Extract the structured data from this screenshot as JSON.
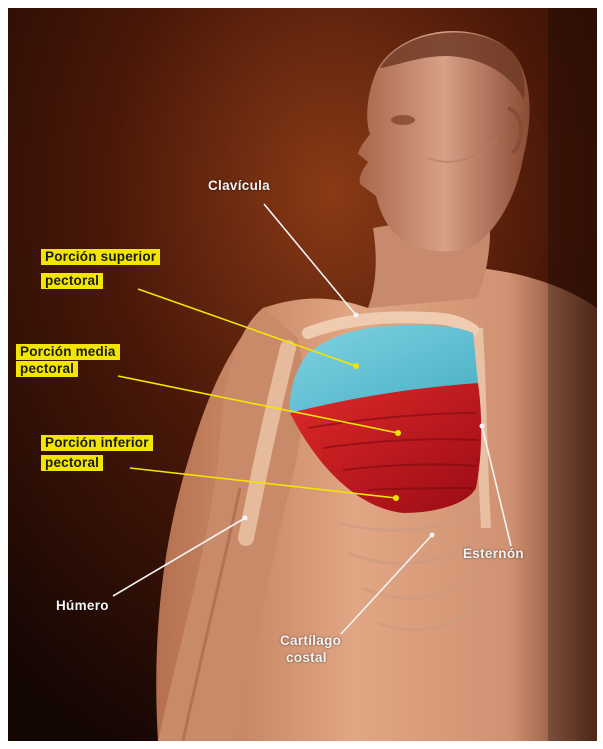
{
  "labels": {
    "clavicula": "Clavícula",
    "superior_line1": "Porción superior",
    "superior_line2": "pectoral",
    "media_line1": "Porción media",
    "media_line2": "pectoral",
    "inferior_line1": "Porción inferior",
    "inferior_line2": "pectoral",
    "humero": "Húmero",
    "esternon": "Esternón",
    "cartilago_line1": "Cartílago",
    "cartilago_line2": "costal"
  },
  "colors": {
    "highlight_label_bg": "#f2e600",
    "leader_line_yellow": "#f2e600",
    "leader_line_white": "#f4f4f4",
    "upper_pectoral": "#5ec4d6",
    "middle_lower_pectoral": "#c8141e",
    "skin": "#d99a7a",
    "background_dark": "#1a0a05"
  }
}
